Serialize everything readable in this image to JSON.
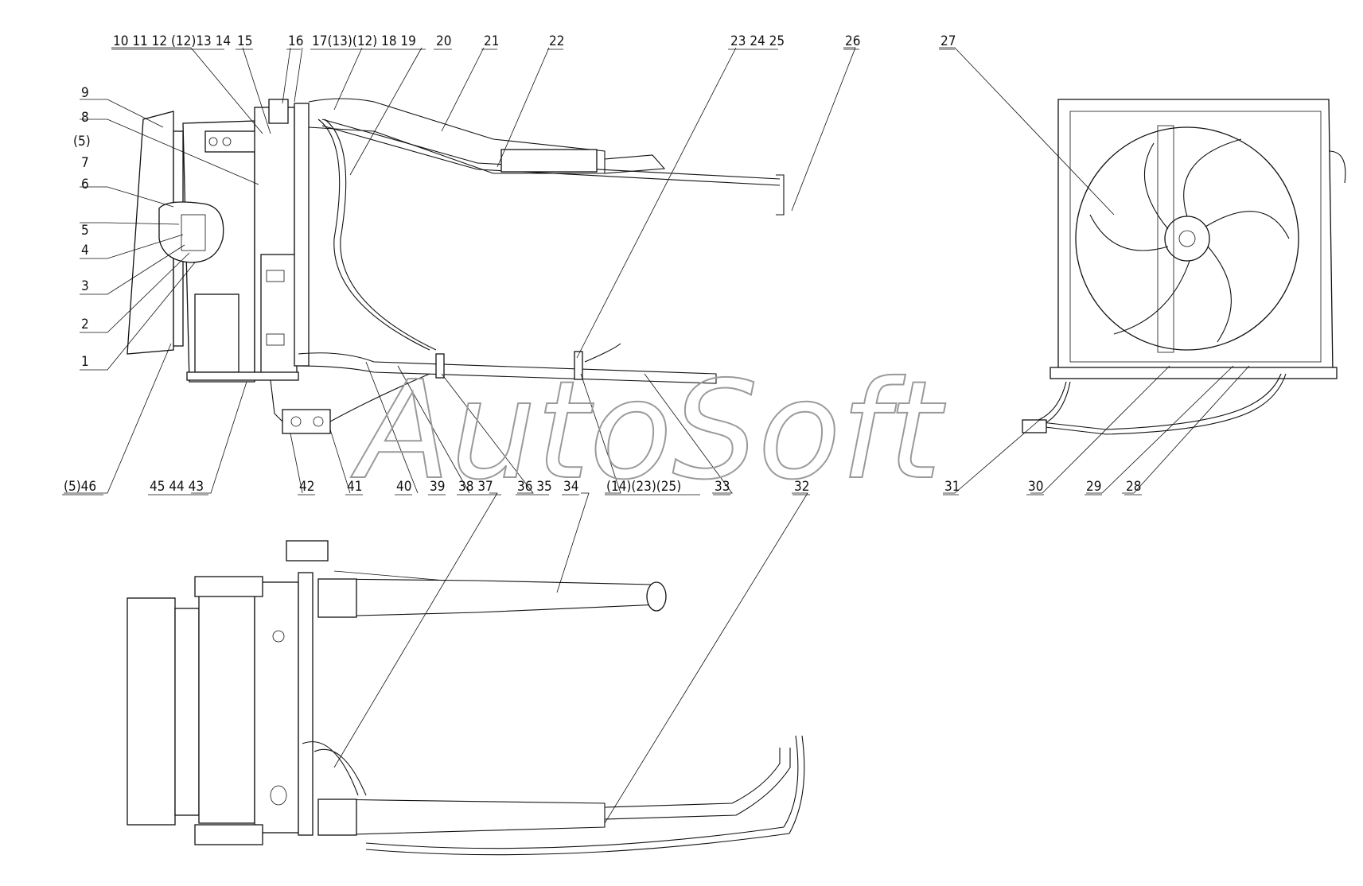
{
  "watermark": "AutoSoft",
  "labels": {
    "l1": "1",
    "l2": "2",
    "l3": "3",
    "l4": "4",
    "l5": "5",
    "l6": "6",
    "l7": "7",
    "l5p": "(5)",
    "l8": "8",
    "l9": "9",
    "l10": "10 11 12 (12)13 14",
    "l15": "15",
    "l16": "16",
    "l17": "17(13)(12) 18 19",
    "l20": "20",
    "l21": "21",
    "l22": "22",
    "l23": "23 24 25",
    "l26": "26",
    "l27": "27",
    "l28": "28",
    "l29": "29",
    "l30": "30",
    "l31": "31",
    "l32": "32",
    "l33": "33",
    "l34": "34",
    "l35": "36 35",
    "l37": "38 37",
    "l39": "39",
    "l40": "40",
    "l41": "41",
    "l42": "42",
    "l43": "45 44 43",
    "l46": "(5)46",
    "l14b": "(14)(23)(25)"
  }
}
